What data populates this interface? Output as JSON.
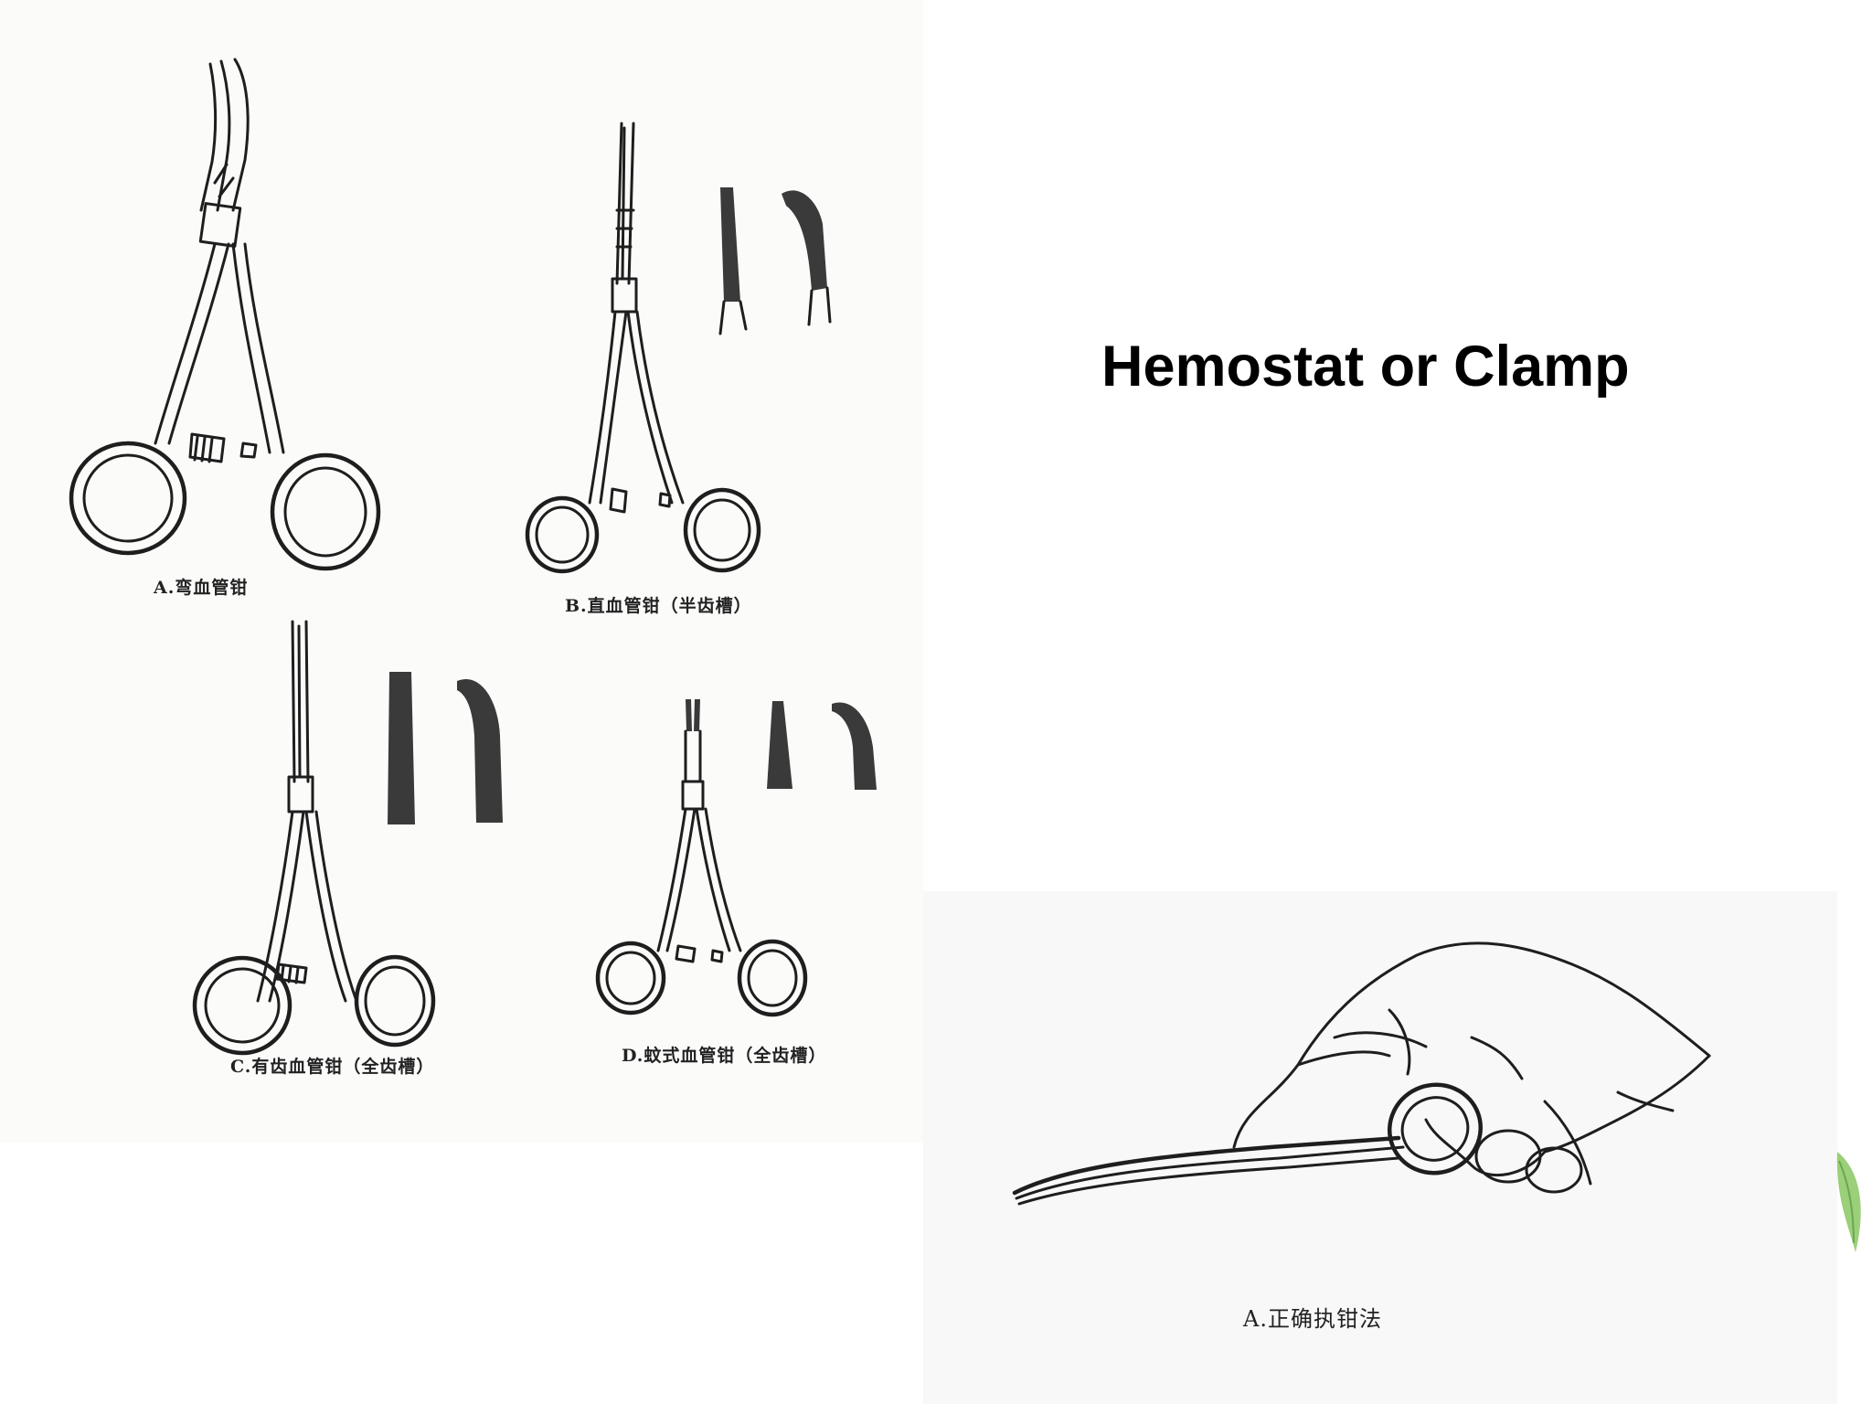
{
  "slide": {
    "title": "Hemostat or Clamp"
  },
  "figures": {
    "a_caption": "A.弯血管钳",
    "b_caption": "B.直血管钳（半齿槽）",
    "c_caption": "C.有齿血管钳（全齿槽）",
    "d_caption": "D.蚊式血管钳（全齿槽）",
    "grip_caption": "A.正确执钳法"
  },
  "colors": {
    "line": "#1e1e1e",
    "background": "#ffffff",
    "leaf_green": "#9ccf7a"
  }
}
